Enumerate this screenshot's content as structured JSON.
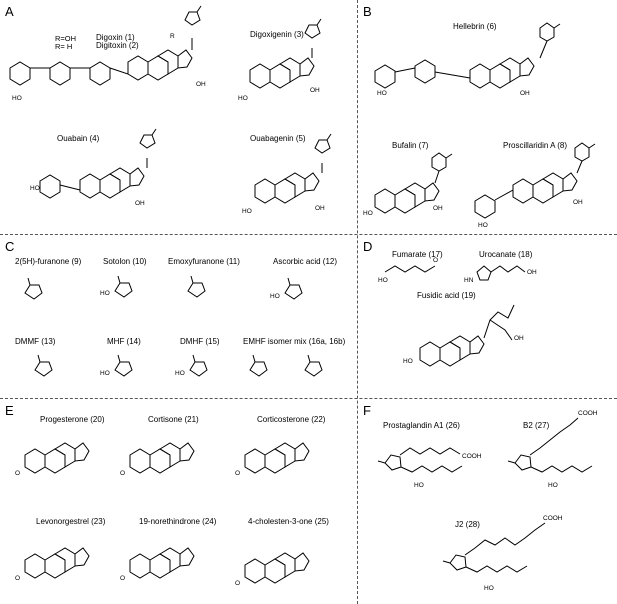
{
  "panels": {
    "A": {
      "letter": "A",
      "r_legend_1": "R=OH",
      "r_legend_2": "R= H",
      "digoxin": "Digoxin (1)",
      "digitoxin": "Digitoxin (2)",
      "digoxigenin": "Digoxigenin (3)",
      "ouabain": "Ouabain (4)",
      "ouabagenin": "Ouabagenin (5)"
    },
    "B": {
      "letter": "B",
      "hellebrin": "Hellebrin (6)",
      "bufalin": "Bufalin (7)",
      "proscillaridin": "Proscillaridin A (8)"
    },
    "C": {
      "letter": "C",
      "furanone": "2(5H)-furanone (9)",
      "sotolon": "Sotolon (10)",
      "emoxyfuranone": "Emoxyfuranone (11)",
      "ascorbic": "Ascorbic acid (12)",
      "dmmf": "DMMF (13)",
      "mhf": "MHF (14)",
      "dmhf": "DMHF (15)",
      "emhf": "EMHF isomer mix (16a, 16b)"
    },
    "D": {
      "letter": "D",
      "fumarate": "Fumarate (17)",
      "urocanate": "Urocanate (18)",
      "fusidic": "Fusidic acid (19)"
    },
    "E": {
      "letter": "E",
      "progesterone": "Progesterone (20)",
      "cortisone": "Cortisone (21)",
      "corticosterone": "Corticosterone (22)",
      "levonorgestrel": "Levonorgestrel (23)",
      "norethindrone": "19-norethindrone (24)",
      "cholestenone": "4-cholesten-3-one (25)"
    },
    "F": {
      "letter": "F",
      "pga1": "Prostaglandin A1 (26)",
      "b2": "B2 (27)",
      "j2": "J2 (28)"
    }
  },
  "atom_labels": {
    "R": "R",
    "H": "H",
    "OH": "OH",
    "HO": "HO",
    "O": "O",
    "HN": "HN",
    "N": "N",
    "COOH": "COOH",
    "OCH3": "O"
  }
}
